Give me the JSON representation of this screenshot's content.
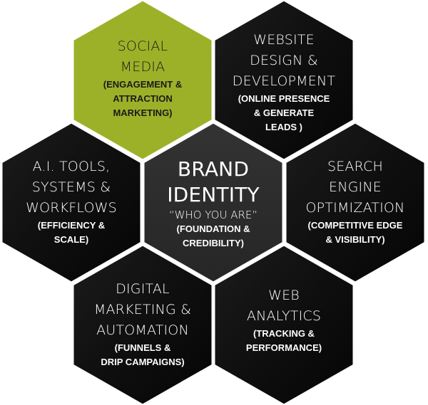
{
  "colors": {
    "accent_green": "#9cb128",
    "hex_dark": "#141414",
    "hex_center": "#2d2d2d",
    "border": "#ffffff",
    "text_light": "#ffffff",
    "text_dark": "#1a1a1a"
  },
  "diagram": {
    "type": "hexagon-cluster",
    "center": {
      "title": "BRAND\nIDENTITY",
      "tagline": "“WHO  YOU ARE”",
      "sub": "(FOUNDATION &\nCREDIBILITY)"
    },
    "nodes": [
      {
        "id": "social-media",
        "title": "SOCIAL\nMEDIA",
        "sub": "(ENGAGEMENT &\nATTRACTION\nMARKETING)",
        "highlight": true
      },
      {
        "id": "website",
        "title": "WEBSITE\nDESIGN &\nDEVELOPMENT",
        "sub": "(ONLINE PRESENCE\n& GENERATE\nLEADS )"
      },
      {
        "id": "ai-tools",
        "title": "A.I. TOOLS,\nSYSTEMS &\nWORKFLOWS",
        "sub": "(EFFICIENCY &\nSCALE)"
      },
      {
        "id": "seo",
        "title": "SEARCH\nENGINE\nOPTIMIZATION",
        "sub": "(COMPETITIVE EDGE\n& VISIBILITY)"
      },
      {
        "id": "digital-marketing",
        "title": "DIGITAL\nMARKETING &\nAUTOMATION",
        "sub": "(FUNNELS &\nDRIP CAMPAIGNS)"
      },
      {
        "id": "web-analytics",
        "title": "WEB\nANALYTICS",
        "sub": "(TRACKING &\nPERFORMANCE)"
      }
    ],
    "edges": [
      {
        "from": "brand-identity",
        "to": "social-media"
      },
      {
        "from": "brand-identity",
        "to": "website"
      },
      {
        "from": "brand-identity",
        "to": "ai-tools"
      },
      {
        "from": "brand-identity",
        "to": "seo"
      },
      {
        "from": "brand-identity",
        "to": "digital-marketing"
      },
      {
        "from": "brand-identity",
        "to": "web-analytics"
      }
    ]
  }
}
